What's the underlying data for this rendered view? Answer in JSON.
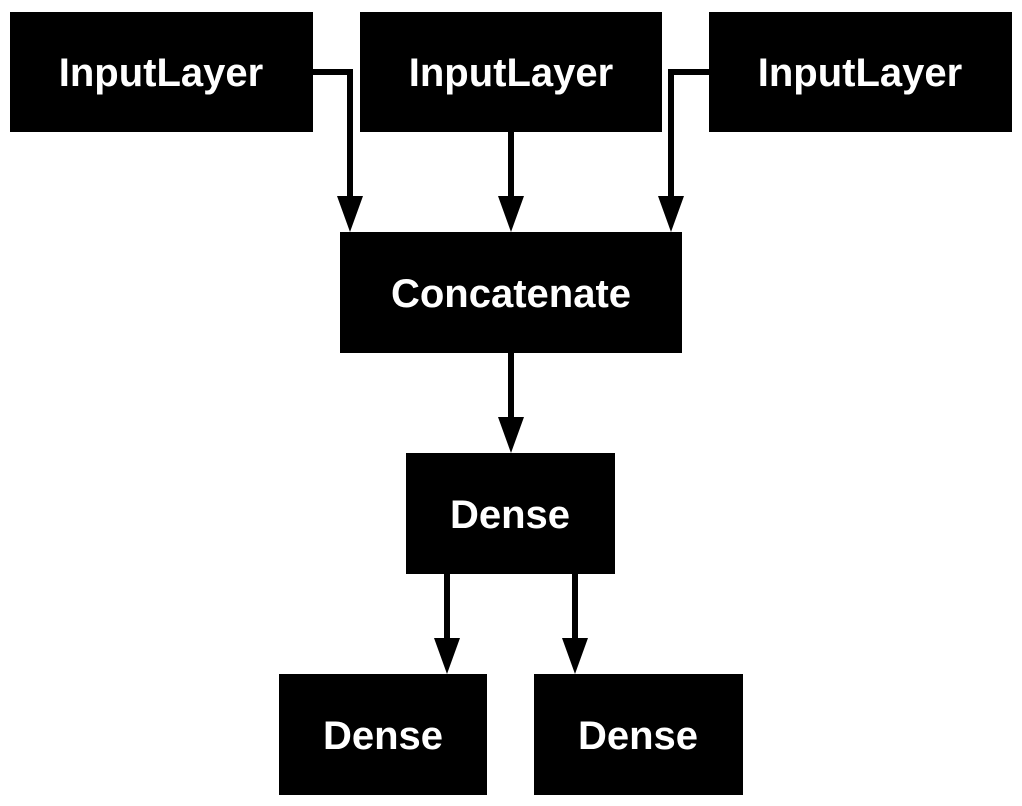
{
  "nodes": [
    {
      "id": "input1",
      "label": "InputLayer"
    },
    {
      "id": "input2",
      "label": "InputLayer"
    },
    {
      "id": "input3",
      "label": "InputLayer"
    },
    {
      "id": "concat",
      "label": "Concatenate"
    },
    {
      "id": "dense1",
      "label": "Dense"
    },
    {
      "id": "dense2",
      "label": "Dense"
    },
    {
      "id": "dense3",
      "label": "Dense"
    }
  ],
  "edges": [
    {
      "from": "input1",
      "to": "concat"
    },
    {
      "from": "input2",
      "to": "concat"
    },
    {
      "from": "input3",
      "to": "concat"
    },
    {
      "from": "concat",
      "to": "dense1"
    },
    {
      "from": "dense1",
      "to": "dense2"
    },
    {
      "from": "dense1",
      "to": "dense3"
    }
  ],
  "colors": {
    "node_fill": "#000000",
    "node_text": "#ffffff",
    "edge": "#000000",
    "background": "#ffffff"
  }
}
